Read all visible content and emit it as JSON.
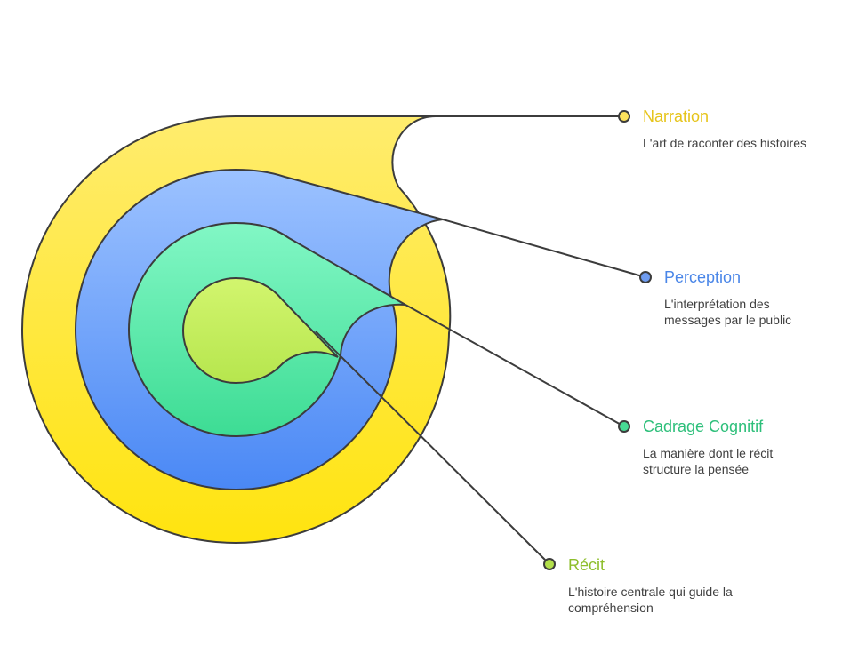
{
  "layers": [
    {
      "id": "narration",
      "title": "Narration",
      "description": [
        "L'art de raconter des histoires"
      ],
      "color": "#E6C41A",
      "dot_color": "#FFE45C"
    },
    {
      "id": "perception",
      "title": "Perception",
      "description": [
        "L'interprétation des",
        "messages par le public"
      ],
      "color": "#4A86E8",
      "dot_color": "#6F9CF0"
    },
    {
      "id": "cadrage",
      "title": "Cadrage Cognitif",
      "description": [
        "La manière dont le récit",
        "structure la pensée"
      ],
      "color": "#2DBF7A",
      "dot_color": "#48DA95"
    },
    {
      "id": "recit",
      "title": "Récit",
      "description": [
        "L'histoire centrale qui guide la",
        "compréhension"
      ],
      "color": "#8DBE2B",
      "dot_color": "#B3E04B"
    }
  ],
  "fills": {
    "yellow_top": "#FFEC6E",
    "yellow_bottom": "#FFE40F",
    "blue_top": "#9CC2FF",
    "blue_bottom": "#4A88F5",
    "green_top": "#82F7C5",
    "green_bottom": "#3DDC94",
    "lime_top": "#D2F56E",
    "lime_bottom": "#B6E64E",
    "stroke": "#3C3C3C"
  }
}
